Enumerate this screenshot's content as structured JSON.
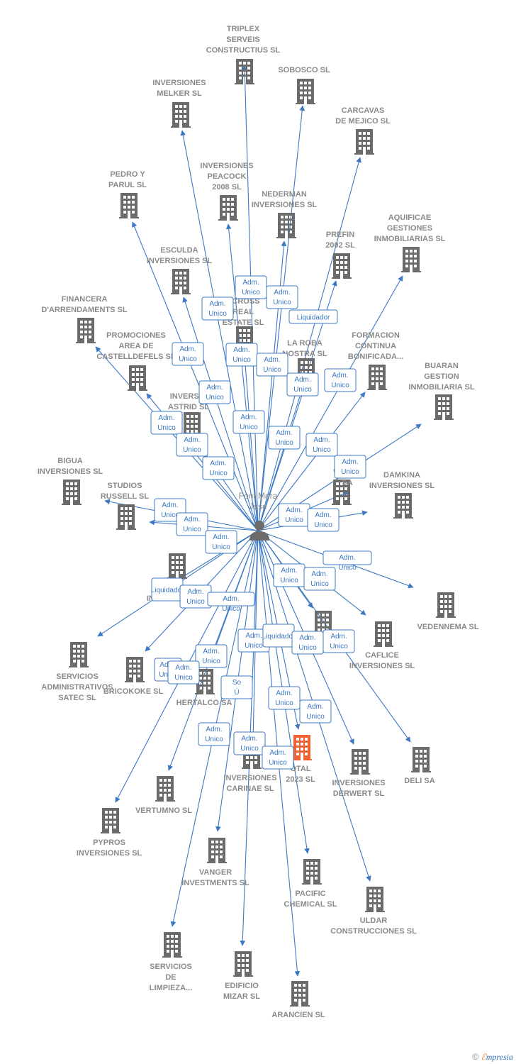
{
  "center": {
    "label": [
      "Font Mora",
      "Jose"
    ],
    "icon": "person-icon"
  },
  "colors": {
    "edge": "#3b78c4",
    "building": "#6b6b6b",
    "highlight": "#f06233",
    "label": "#8a8a8a"
  },
  "companies": [
    {
      "label": [
        "TRIPLEX",
        "SERVEIS",
        "CONSTRUCTIUS SL"
      ]
    },
    {
      "label": [
        "SOBOSCO SL"
      ]
    },
    {
      "label": [
        "INVERSIONES",
        "MELKER SL"
      ]
    },
    {
      "label": [
        "CARCAVAS",
        "DE MEJICO SL"
      ]
    },
    {
      "label": [
        "INVERSIONES",
        "PEACOCK",
        "2008 SL"
      ]
    },
    {
      "label": [
        "PEDRO Y",
        "PARUL SL"
      ]
    },
    {
      "label": [
        "NEDERMAN",
        "INVERSIONES SL"
      ]
    },
    {
      "label": [
        "AQUIFICAE",
        "GESTIONES",
        "INMOBILIARIAS SL"
      ]
    },
    {
      "label": [
        "PREFIN",
        "2002 SL"
      ]
    },
    {
      "label": [
        "ESCULDA",
        "INVERSIONES SL"
      ]
    },
    {
      "label": [
        "FINANCERA",
        "D'ARRENDAMENTS SL"
      ]
    },
    {
      "label": [
        "RCROSS",
        "REAL",
        "ESTATE SL"
      ]
    },
    {
      "label": [
        "FORMACION",
        "CONTINUA",
        "BONIFICADA..."
      ]
    },
    {
      "label": [
        "LA ROBA",
        "NOSTRA SL"
      ]
    },
    {
      "label": [
        "PROMOCIONES",
        "AREA DE",
        "CASTELLDEFELS SL"
      ]
    },
    {
      "label": [
        "BUARAN",
        "GESTION",
        "INMOBILIARIA SL"
      ]
    },
    {
      "label": [
        "INVERSIO",
        "ASTRID SL"
      ]
    },
    {
      "label": [
        "BIGUA",
        "INVERSIONES SL"
      ]
    },
    {
      "label": [
        "WHEAT",
        "SA"
      ]
    },
    {
      "label": [
        "DAMKINA",
        "INVERSIONES SL"
      ]
    },
    {
      "label": [
        "STUDIOS",
        "RUSSELL SL"
      ]
    },
    {
      "label": [
        "INV"
      ]
    },
    {
      "label": [
        "VEDENNEMA SL"
      ]
    },
    {
      "label": [
        ""
      ]
    },
    {
      "label": [
        "CAFLICE",
        "INVERSIONES SL"
      ]
    },
    {
      "label": [
        "SERVICIOS",
        "ADMINISTRATIVOS",
        "SATEC SL"
      ]
    },
    {
      "label": [
        "BRICOKOKE SL"
      ]
    },
    {
      "label": [
        "HERTALCO SA"
      ]
    },
    {
      "label": [
        "DELI SA"
      ]
    },
    {
      "label": [
        "INVERSIONES",
        "DERWERT SL"
      ]
    },
    {
      "label": [
        "OTAL",
        "2023 SL"
      ],
      "highlight": true
    },
    {
      "label": [
        "INVERSIONES",
        "CARINAE SL"
      ]
    },
    {
      "label": [
        "VERTUMNO SL"
      ]
    },
    {
      "label": [
        "PYPROS",
        "INVERSIONES SL"
      ]
    },
    {
      "label": [
        "VANGER",
        "INVESTMENTS SL"
      ]
    },
    {
      "label": [
        "PACIFIC",
        "CHEMICAL SL"
      ]
    },
    {
      "label": [
        "ULDAR",
        "CONSTRUCCIONES SL"
      ]
    },
    {
      "label": [
        "SERVICIOS",
        "DE",
        "LIMPIEZA..."
      ]
    },
    {
      "label": [
        "EDIFICIO",
        "MIZAR SL"
      ]
    },
    {
      "label": [
        "ARANCIEN SL"
      ]
    }
  ],
  "roles": [
    [
      "Adm.",
      "Unico"
    ],
    [
      "Adm.",
      "Unico"
    ],
    [
      "Adm.",
      "Unico"
    ],
    [
      "Liquidador"
    ],
    [
      "Adm.",
      "Unico"
    ],
    [
      "Adm.",
      "Unico"
    ],
    [
      "Adm.",
      "Unico"
    ],
    [
      "Adm.",
      "Unico"
    ],
    [
      "Adm.",
      "Unico"
    ],
    [
      "Adm.",
      "Unico"
    ],
    [
      "Adm.",
      "Unico"
    ],
    [
      "Adm.",
      "Unico"
    ],
    [
      "Adm.",
      "Unico"
    ],
    [
      "Adm.",
      "Unico"
    ],
    [
      "Adm.",
      "Unico"
    ],
    [
      "Adm.",
      "Unico"
    ],
    [
      "Adm.",
      "Unico"
    ],
    [
      "Adm.",
      "Unico"
    ],
    [
      "Adm.",
      "Unico"
    ],
    [
      "Adm.",
      "Unico"
    ],
    [
      "Adm.",
      "Unico"
    ],
    [
      "Adm.",
      "Unico"
    ],
    [
      "Adm.",
      "Unico"
    ],
    [
      "Adm.",
      "Unico"
    ],
    [
      "Liquidador"
    ],
    [
      "Adm.",
      "Unico"
    ],
    [
      "Adm.",
      "Unico"
    ],
    [
      "Adm.",
      "Unico"
    ],
    [
      "Adm.",
      "Unico"
    ],
    [
      "Liquidador"
    ],
    [
      "Adm.",
      "Unico"
    ],
    [
      "Adm.",
      "Unico"
    ],
    [
      "Adm.",
      "Unico"
    ],
    [
      "Adm.",
      "Unico"
    ],
    [
      "Adm.",
      "Unico"
    ],
    [
      "So",
      "Ú"
    ],
    [
      "Adm.",
      "Unico"
    ],
    [
      "Adm.",
      "Unico"
    ],
    [
      "Adm.",
      "Unico"
    ],
    [
      "Adm.",
      "Unico"
    ],
    [
      "Adm.",
      "Unico"
    ],
    [
      "Adm.",
      "Unico"
    ],
    [
      "Adm.",
      "Unico"
    ],
    [
      "Adm.",
      "Unico"
    ]
  ],
  "footer": {
    "symbol": "©",
    "brand_initial": "ℰ",
    "brand_rest": "mpresia"
  }
}
